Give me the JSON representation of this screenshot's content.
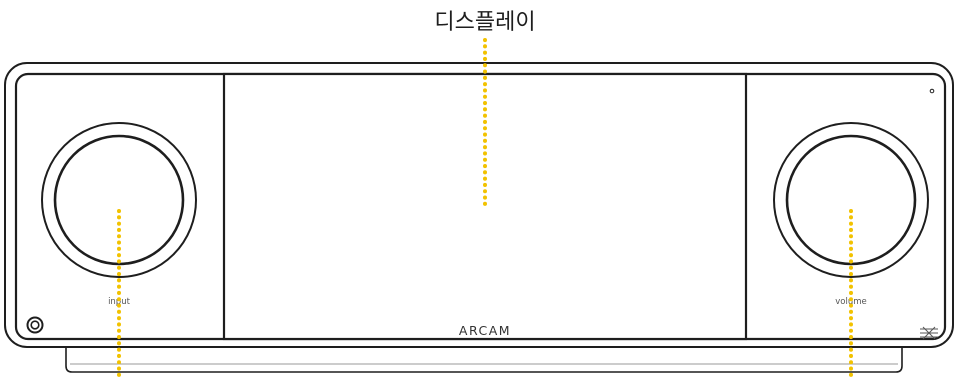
{
  "callouts": {
    "display_label": "디스플레이"
  },
  "device": {
    "input_label": "input",
    "volume_label": "volume",
    "brand": "ARCAM"
  },
  "colors": {
    "outline": "#1e1e1e",
    "fill": "#ffffff",
    "callout_dots": "#f2c200"
  }
}
